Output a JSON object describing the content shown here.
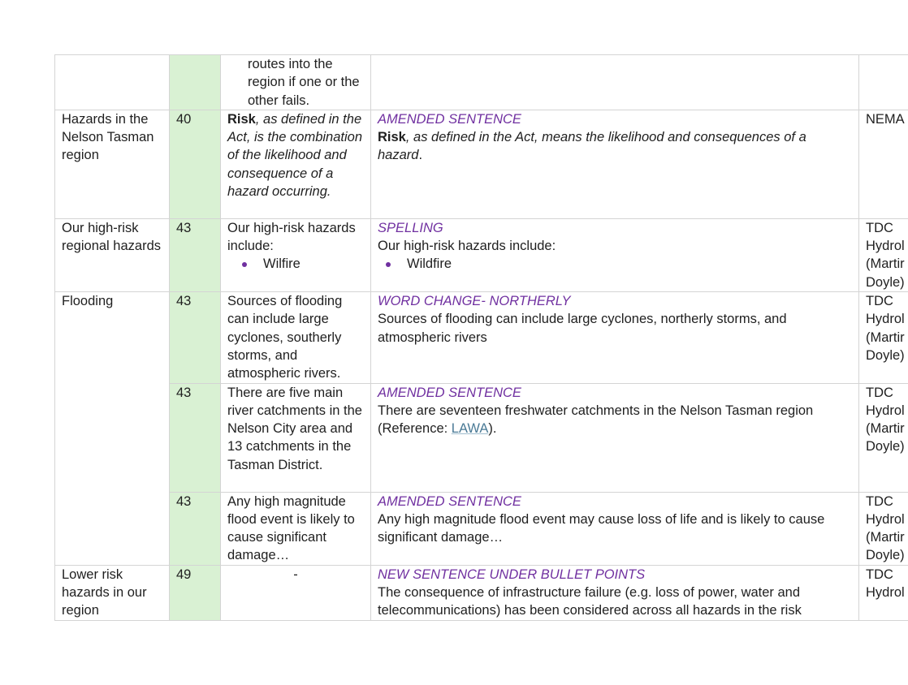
{
  "rows": [
    {
      "section": "",
      "page": "",
      "original": "routes into the region if one or the other fails.",
      "change_label": "",
      "change_text": "",
      "source": ""
    },
    {
      "section": "Hazards in the Nelson Tasman region",
      "page": "40",
      "original_bold": "Risk",
      "original_rest": ", as defined in the Act, is the combination of the likelihood and consequence of a hazard occurring.",
      "change_label": "AMENDED SENTENCE",
      "change_bold": "Risk",
      "change_rest": ", as defined in the Act, means the likelihood and consequences of a hazard",
      "change_end": ".",
      "source": "NEMA"
    },
    {
      "section": "Our high-risk regional hazards",
      "page": "43",
      "original_intro": "Our high-risk hazards include:",
      "original_bullet": "Wilfire",
      "change_label": "SPELLING",
      "change_intro": "Our high-risk hazards include:",
      "change_bullet": "Wildfire",
      "source_lines": [
        "TDC",
        "Hydrol",
        "(Martir",
        "Doyle)"
      ]
    },
    {
      "section": "Flooding",
      "page": "43",
      "original": "Sources of flooding can include large cyclones, southerly storms, and atmospheric rivers.",
      "change_label": "WORD CHANGE- NORTHERLY",
      "change_text": "Sources of flooding can include large cyclones, northerly storms, and atmospheric rivers",
      "source_lines": [
        "TDC",
        "Hydrol",
        "(Martir",
        "Doyle)"
      ]
    },
    {
      "page": "43",
      "original": "There are five main river catchments in the Nelson City area and 13 catchments in the Tasman District.",
      "change_label": "AMENDED SENTENCE",
      "change_text_a": "There are seventeen freshwater catchments in the Nelson Tasman region (Reference: ",
      "change_link": "LAWA",
      "change_text_b": ").",
      "source_lines": [
        "TDC",
        "Hydrol",
        "(Martir",
        "Doyle)"
      ]
    },
    {
      "page": "43",
      "original": "Any high magnitude flood event is likely to cause significant damage…",
      "change_label": "AMENDED SENTENCE",
      "change_text": "Any high magnitude flood event may cause loss of life and is likely to cause significant damage…",
      "source_lines": [
        "TDC",
        "Hydrol",
        "(Martir",
        "Doyle)"
      ]
    },
    {
      "section": "Lower risk hazards in our region",
      "page": "49",
      "original": "-",
      "change_label": "NEW SENTENCE UNDER BULLET POINTS",
      "change_text": "The consequence of infrastructure failure (e.g. loss of power, water and telecommunications) has been considered across all hazards in the risk",
      "source_lines": [
        "TDC",
        "Hydrol"
      ]
    }
  ],
  "colors": {
    "page_column_bg": "#d9f1d3",
    "change_label": "#7030a0",
    "link": "#4a7a96",
    "border": "#d4d4d4"
  }
}
